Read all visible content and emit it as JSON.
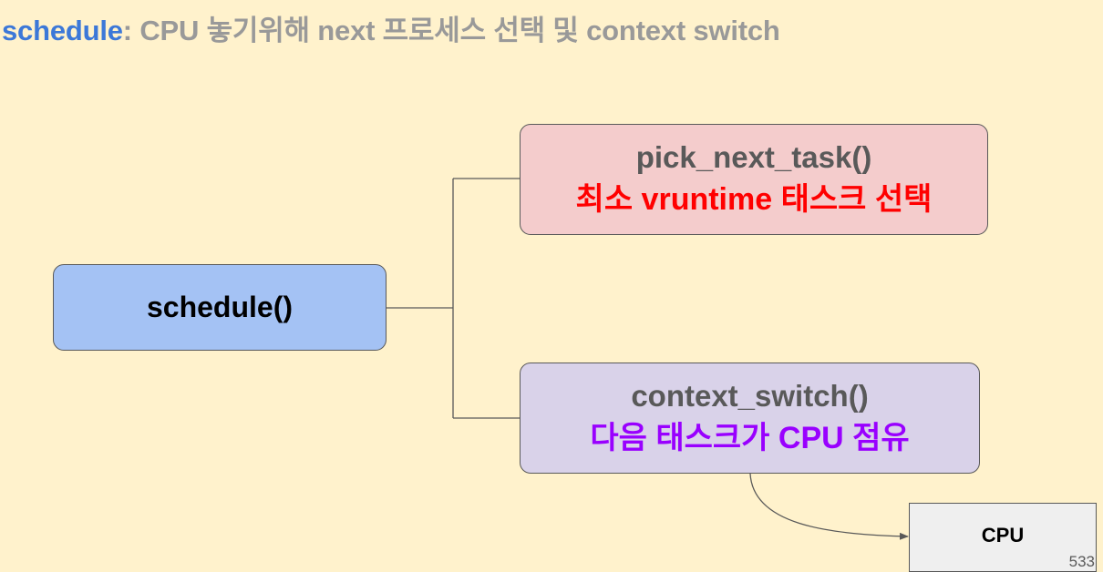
{
  "title": {
    "keyword": "schedule",
    "rest": ": CPU 놓기위해 next 프로세스 선택 및 context switch"
  },
  "diagram": {
    "root": {
      "label": "schedule()",
      "color": "#a4c2f4"
    },
    "children": [
      {
        "function": "pick_next_task()",
        "description": "최소 vruntime 태스크 선택",
        "color": "#f4cccc",
        "description_color": "#ff0000"
      },
      {
        "function": "context_switch()",
        "description": "다음 태스크가 CPU 점유",
        "color": "#d9d2e9",
        "description_color": "#9900ff"
      }
    ],
    "target": {
      "label": "CPU",
      "color": "#efefef"
    }
  },
  "page_number": "533",
  "colors": {
    "background": "#fff2cc",
    "title_keyword": "#3c78d8",
    "title_text": "#999999"
  }
}
